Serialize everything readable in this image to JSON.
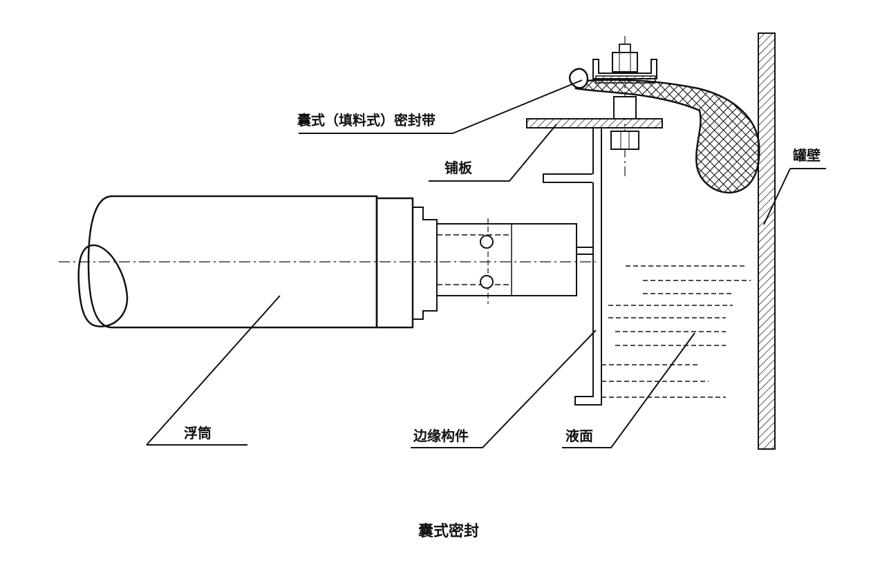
{
  "diagram": {
    "caption": "囊式密封",
    "labels": {
      "seal_band": "囊式（填料式）密封带",
      "plate": "铺板",
      "tank_wall": "罐壁",
      "float_drum": "浮筒",
      "rim_member": "边缘构件",
      "liquid_surface": "液面"
    },
    "colors": {
      "ink": "#111111",
      "background": "#ffffff"
    }
  }
}
